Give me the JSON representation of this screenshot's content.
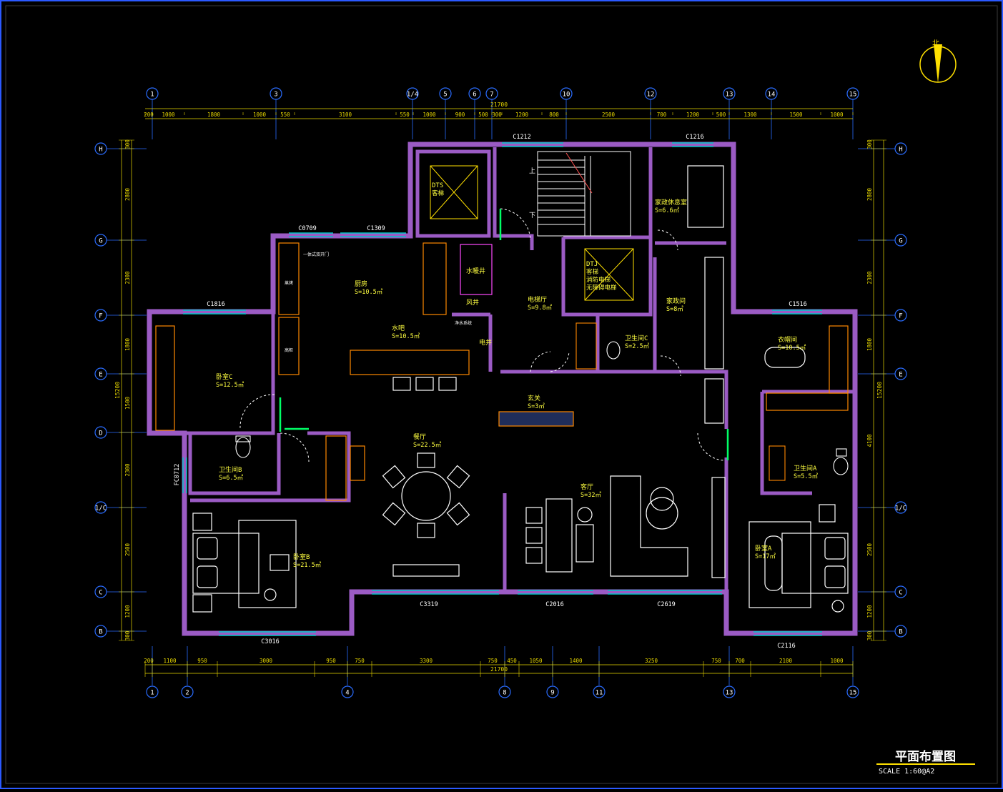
{
  "drawing": {
    "title": "平面布置图",
    "scale": "SCALE 1:60@A2",
    "north": "北"
  },
  "axes": {
    "top": [
      "1",
      "3",
      "1/4",
      "5",
      "6",
      "7",
      "10",
      "12",
      "13",
      "14",
      "15"
    ],
    "bottom": [
      "1",
      "2",
      "4",
      "8",
      "9",
      "11",
      "13",
      "15"
    ],
    "left": [
      "H",
      "G",
      "F",
      "E",
      "D",
      "1/C",
      "C",
      "B"
    ],
    "right": [
      "H",
      "G",
      "F",
      "E",
      "1/C",
      "C",
      "B"
    ]
  },
  "dimensions": {
    "top_total": "21700",
    "top_segments": [
      "200",
      "1000",
      "1800",
      "1000",
      "550",
      "3100",
      "550",
      "1000",
      "900",
      "500",
      "300",
      "1200",
      "800",
      "2500",
      "700",
      "1200",
      "500",
      "1300",
      "1500",
      "1000"
    ],
    "bottom_total": "21700",
    "bottom_segments": [
      "200",
      "1100",
      "950",
      "3000",
      "950",
      "750",
      "3300",
      "750",
      "450",
      "1050",
      "1400",
      "3250",
      "750",
      "700",
      "2100",
      "1000"
    ],
    "left_total": "15200",
    "left_segments": [
      "300",
      "2800",
      "2300",
      "1800",
      "1500",
      "2300",
      "2500",
      "1200",
      "300"
    ],
    "right_total": "15200",
    "right_segments": [
      "300",
      "2800",
      "2300",
      "1800",
      "4100",
      "2500",
      "1200",
      "300"
    ]
  },
  "windows": [
    "C1212",
    "C1216",
    "C0709",
    "C1309",
    "C1816",
    "C1516",
    "FC0712",
    "C3319",
    "C2016",
    "C2619",
    "C3016",
    "C2116"
  ],
  "rooms": [
    {
      "name": "DTS",
      "sub": "客梯"
    },
    {
      "name": "DTJ",
      "sub": "客梯",
      "sub2": "消防电梯",
      "sub3": "无障碍电梯"
    },
    {
      "name": "家政休息室",
      "area": "S=6.6㎡"
    },
    {
      "name": "厨房",
      "area": "S=10.5㎡"
    },
    {
      "name": "水暖井"
    },
    {
      "name": "风井"
    },
    {
      "name": "电梯厅",
      "area": "S=9.8㎡"
    },
    {
      "name": "家政间",
      "area": "S=8㎡"
    },
    {
      "name": "卫生间C",
      "area": "S=2.5㎡"
    },
    {
      "name": "电井"
    },
    {
      "name": "水吧",
      "area": "S=10.5㎡"
    },
    {
      "name": "卧室C",
      "area": "S=12.5㎡"
    },
    {
      "name": "玄关",
      "area": "S=3㎡"
    },
    {
      "name": "衣帽间",
      "area": "S=10.5㎡"
    },
    {
      "name": "餐厅",
      "area": "S=22.5㎡"
    },
    {
      "name": "卫生间B",
      "area": "S=6.5㎡"
    },
    {
      "name": "卫生间A",
      "area": "S=5.5㎡"
    },
    {
      "name": "客厅",
      "area": "S=32㎡"
    },
    {
      "name": "卧室B",
      "area": "S=21.5㎡"
    },
    {
      "name": "卧室A",
      "area": "S=17㎡"
    }
  ],
  "labels": {
    "up": "上",
    "down": "下",
    "fridge": "一体式双开门",
    "steam": "蒸烤",
    "tall_cab": "高柜",
    "water": "净水系统"
  },
  "colors": {
    "wall": "#9b5bc4",
    "axis": "#2a6cff",
    "dim": "#e8d800",
    "furniture": "#ffffff",
    "window": "#00c8c8",
    "text": "#ffff40"
  }
}
